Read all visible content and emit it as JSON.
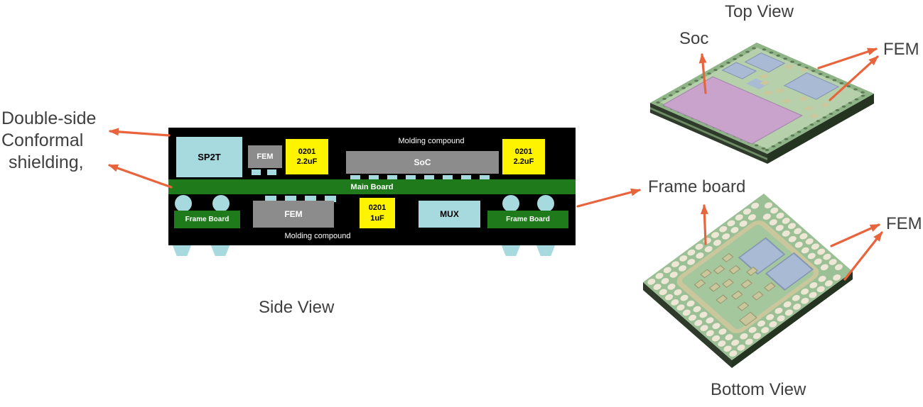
{
  "colors": {
    "arrow": "#E8643C",
    "cyan": "#A7DADF",
    "gray": "#8C8C8C",
    "yellow": "#FFF400",
    "board_green": "#1F7A1C",
    "text": "#3F3F3F",
    "pcb_green": "#B5D0AB",
    "pcb_green_dark": "#8FB487",
    "die_pink": "#C9A3CC",
    "chip_blue": "#A9BBD4",
    "component_tan": "#C9C79B",
    "ball_cream": "#EEE7D6",
    "edge_bump_green": "#5D7A55",
    "molding_black": "#000000"
  },
  "labels": {
    "top_view": "Top View",
    "bottom_view": "Bottom View",
    "side_view": "Side View",
    "soc": "Soc",
    "fem_top": "FEM",
    "fem_bottom": "FEM",
    "frame_board": "Frame board",
    "shielding_line1": "Double-side",
    "shielding_line2": "Conformal",
    "shielding_line3": "shielding,"
  },
  "side_view": {
    "sp2t": "SP2T",
    "fem_top": "FEM",
    "cap_tl_line1": "0201",
    "cap_tl_line2": "2.2uF",
    "molding_top": "Molding compound",
    "soc": "SoC",
    "cap_tr_line1": "0201",
    "cap_tr_line2": "2.2uF",
    "main_board": "Main Board",
    "frame_board_left": "Frame Board",
    "fem_bottom": "FEM",
    "cap_b_line1": "0201",
    "cap_b_line2": "1uF",
    "mux": "MUX",
    "frame_board_right": "Frame Board",
    "molding_bottom": "Molding compound"
  }
}
